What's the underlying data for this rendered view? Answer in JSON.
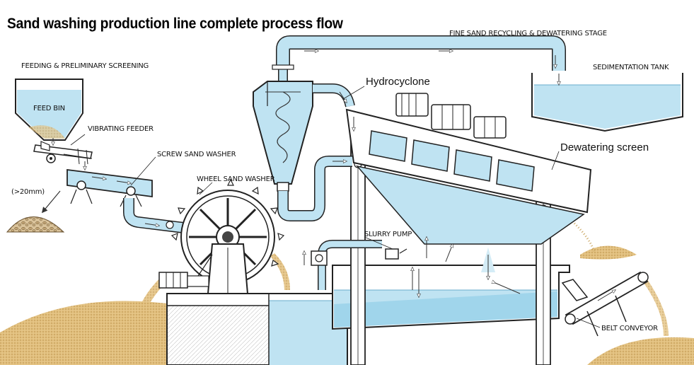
{
  "title": "Sand washing production line complete process flow",
  "stages": {
    "feeding": "FEEDING & PRELIMINARY SCREENING",
    "fine_sand": "FINE SAND RECYCLING & DEWATERING STAGE"
  },
  "labels": {
    "feed_bin": "FEED BIN",
    "vibrating_feeder": "VIBRATING FEEDER",
    "screw_sand_washer": "SCREW SAND WASHER",
    "oversize": "(>20mm)",
    "wheel_sand_washer": "WHEEL SAND WASHER",
    "hydrocyclone": "Hydrocyclone",
    "sedimentation_tank": "SEDIMENTATION TANK",
    "dewatering_screen": "Dewatering screen",
    "slurry_pump": "SLURRY PUMP",
    "belt_conveyor": "BELT CONVEYOR"
  },
  "colors": {
    "water": "#bfe3f2",
    "water_dark": "#8ccbe6",
    "sand": "#e2c07f",
    "gravel": "#cdb48a",
    "line": "#222222"
  },
  "icons": {
    "flow_arrow": "flow-arrow-icon"
  }
}
